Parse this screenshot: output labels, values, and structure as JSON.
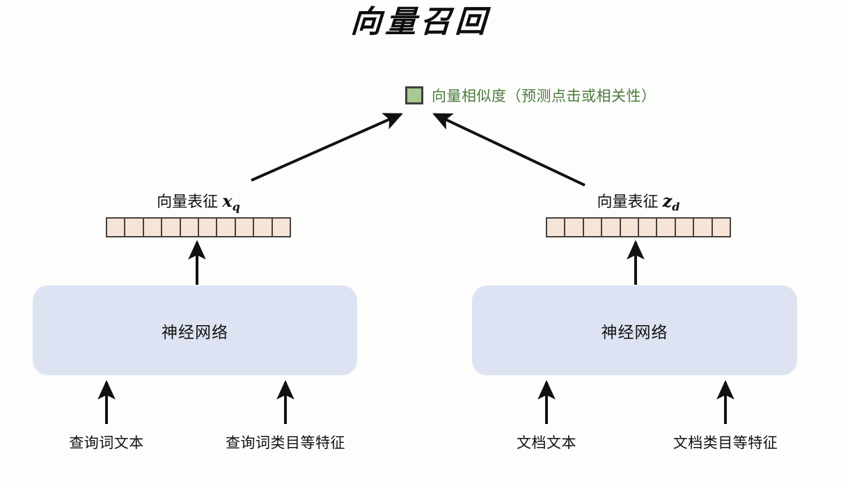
{
  "diagram": {
    "title": "向量召回",
    "similarity_node": {
      "swatch_icon": "green-square-icon",
      "swatch_color": "#a9c993",
      "label": "向量相似度（预测点击或相关性）",
      "label_color": "#4c7a3d"
    },
    "branches": [
      {
        "id": "query",
        "vector": {
          "caption_prefix": "向量表征",
          "symbol": "x",
          "subscript": "q",
          "cell_count": 10,
          "cell_color": "#f6e4d7"
        },
        "network": {
          "label": "神经网络",
          "color": "#dde3f3"
        },
        "inputs": [
          {
            "label": "查询词文本"
          },
          {
            "label": "查询词类目等特征"
          }
        ]
      },
      {
        "id": "document",
        "vector": {
          "caption_prefix": "向量表征",
          "symbol": "z",
          "subscript": "d",
          "cell_count": 10,
          "cell_color": "#f6e4d7"
        },
        "network": {
          "label": "神经网络",
          "color": "#dde3f3"
        },
        "inputs": [
          {
            "label": "文档文本"
          },
          {
            "label": "文档类目等特征"
          }
        ]
      }
    ],
    "arrow_color": "#111111"
  }
}
